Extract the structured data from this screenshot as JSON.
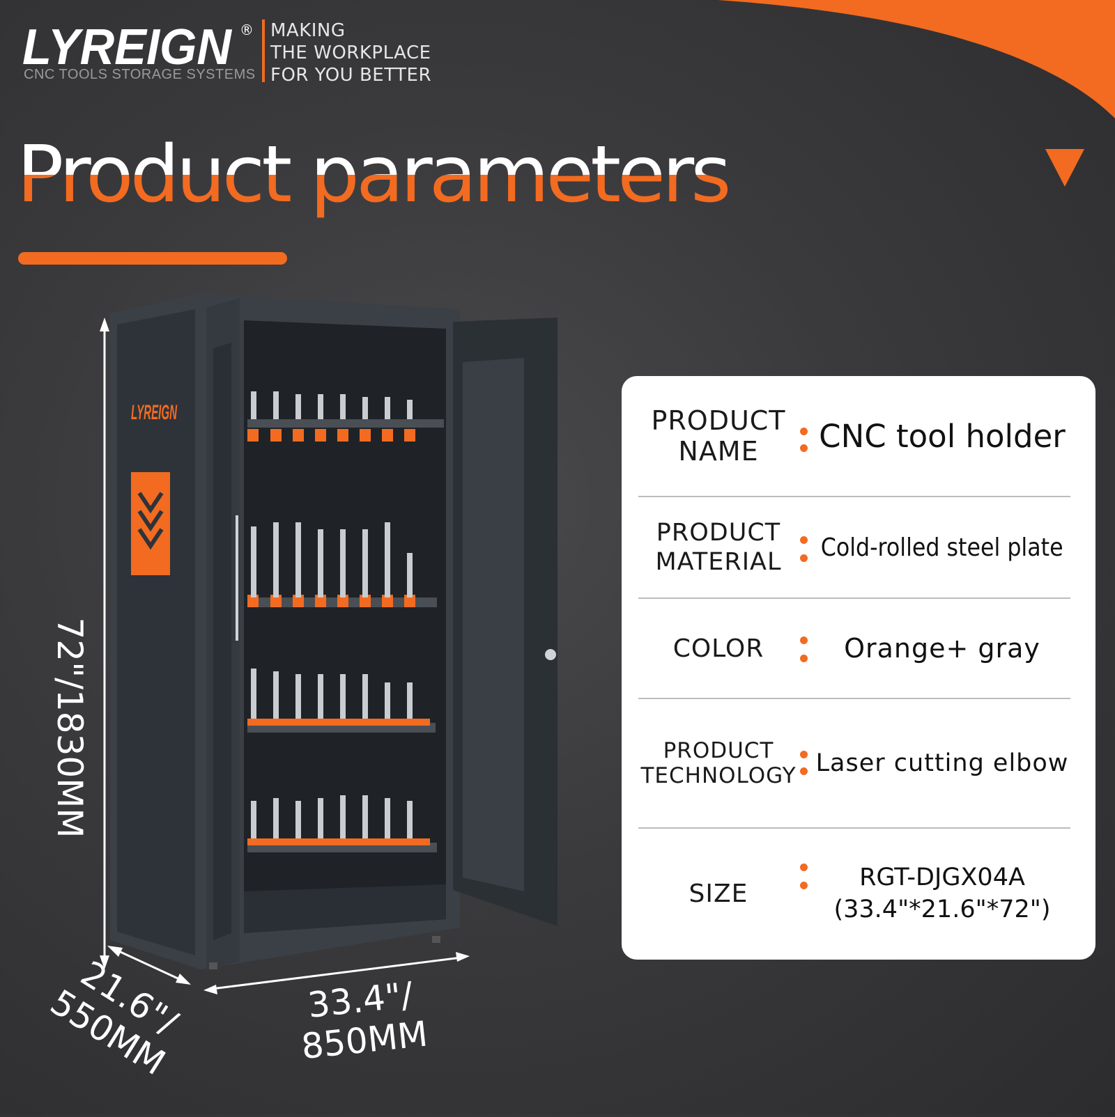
{
  "brand": {
    "logo_text": "LYREIGN",
    "registered_mark": "®",
    "sub_line": "CNC TOOLS STORAGE SYSTEMS",
    "slogan": [
      "MAKING",
      "THE WORKPLACE",
      "FOR YOU BETTER"
    ]
  },
  "page_title": "Product parameters",
  "product": {
    "side_logo_text": "LYREIGN",
    "dimensions": {
      "height": "72\"/1830MM",
      "depth": [
        "21.6\"/",
        "550MM"
      ],
      "width": [
        "33.4\"/",
        "850MM"
      ]
    }
  },
  "specs": [
    {
      "label": [
        "PRODUCT",
        "NAME"
      ],
      "value": [
        "CNC tool holder"
      ]
    },
    {
      "label": [
        "PRODUCT",
        "MATERIAL"
      ],
      "value": [
        "Cold-rolled steel plate"
      ]
    },
    {
      "label": [
        "COLOR"
      ],
      "value": [
        "Orange+ gray"
      ]
    },
    {
      "label": [
        "PRODUCT",
        "TECHNOLOGY"
      ],
      "value": [
        "Laser cutting elbow"
      ]
    },
    {
      "label": [
        "SIZE"
      ],
      "value": [
        "RGT-DJGX04A",
        "(33.4\"*21.6\"*72\")"
      ]
    }
  ],
  "colors": {
    "accent": "#f26b21",
    "background": "#3a3a3c",
    "card": "#ffffff",
    "cabinet_body": "#3b4046",
    "cabinet_inner": "#22262b"
  }
}
